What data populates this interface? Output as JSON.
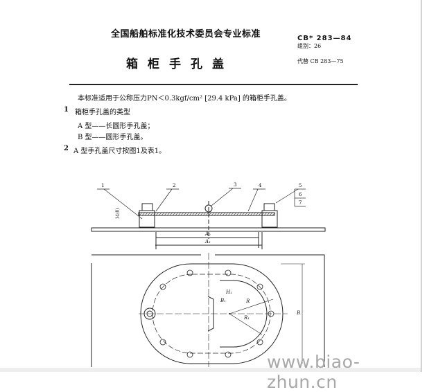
{
  "header": {
    "committee": "全国船舶标准化技术委员会专业标准",
    "code": "CB* 283—84",
    "group": "组别：26",
    "title": "箱柜手孔盖",
    "replaces": "代替 CB 283—75"
  },
  "body": {
    "scope": "本标准适用于公称压力PN＜0.3kgf/cm² [29.4 kPa] 的箱柜手孔盖。",
    "s1_num": "1",
    "s1_title": "箱柜手孔盖的类型",
    "typeA": "A 型——长圆形手孔盖；",
    "typeB": "B 型——圆形手孔盖。",
    "s2_num": "2",
    "s2_text": "A 型手孔盖尺寸按图1及表1。"
  },
  "figure": {
    "callouts": [
      "1",
      "2",
      "3",
      "4",
      "5",
      "6",
      "7"
    ],
    "dims": [
      "A₂",
      "A₁",
      "B",
      "R",
      "R₁",
      "B₁",
      "H₁",
      "14(8)"
    ]
  },
  "watermark": "www.biao-zhun.cn"
}
